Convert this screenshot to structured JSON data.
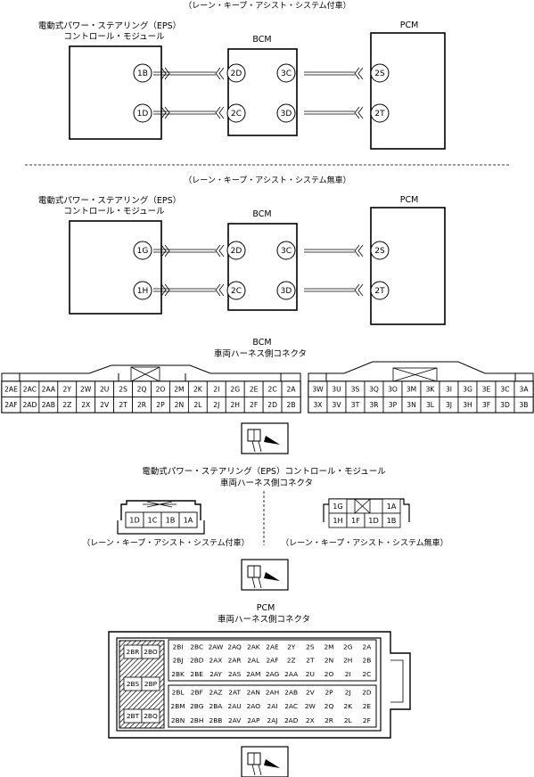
{
  "top_section": {
    "caption": "（レーン・キープ・アシスト・システム付車）",
    "eps_label_1": "電動式パワー・ステアリング（EPS）",
    "eps_label_2": "コントロール・モジュール",
    "bcm_label": "BCM",
    "pcm_label": "PCM",
    "eps_pins": [
      "1B",
      "1D"
    ],
    "bcm_left_pins": [
      "2D",
      "2C"
    ],
    "bcm_right_pins": [
      "3C",
      "3D"
    ],
    "pcm_pins": [
      "2S",
      "2T"
    ]
  },
  "bottom_section": {
    "caption": "（レーン・キープ・アシスト・システム無車）",
    "eps_label_1": "電動式パワー・ステアリング（EPS）",
    "eps_label_2": "コントロール・モジュール",
    "bcm_label": "BCM",
    "pcm_label": "PCM",
    "eps_pins": [
      "1G",
      "1H"
    ],
    "bcm_left_pins": [
      "2D",
      "2C"
    ],
    "bcm_right_pins": [
      "3C",
      "3D"
    ],
    "pcm_pins": [
      "2S",
      "2T"
    ]
  },
  "bcm_connector": {
    "title_1": "BCM",
    "title_2": "車両ハーネス側コネクタ",
    "left_rows": [
      [
        "2AE",
        "2AC",
        "2AA",
        "2Y",
        "2W",
        "2U",
        "2S",
        "2Q",
        "2O",
        "2M",
        "2K",
        "2I",
        "2G",
        "2E",
        "2C",
        "2A"
      ],
      [
        "2AF",
        "2AD",
        "2AB",
        "2Z",
        "2X",
        "2V",
        "2T",
        "2R",
        "2P",
        "2N",
        "2L",
        "2J",
        "2H",
        "2F",
        "2D",
        "2B"
      ]
    ],
    "right_rows": [
      [
        "3W",
        "3U",
        "3S",
        "3Q",
        "3O",
        "3M",
        "3K",
        "3I",
        "3G",
        "3E",
        "3C",
        "3A"
      ],
      [
        "3X",
        "3V",
        "3T",
        "3R",
        "3P",
        "3N",
        "3L",
        "3J",
        "3H",
        "3F",
        "3D",
        "3B"
      ]
    ]
  },
  "eps_connector": {
    "title_1": "電動式パワー・ステアリング（EPS）コントロール・モジュール",
    "title_2": "車両ハーネス側コネクタ",
    "left_pins": [
      "1D",
      "1C",
      "1B",
      "1A"
    ],
    "left_caption": "（レーン・キープ・アシスト・システム付車）",
    "right_top": [
      "1G",
      "1A"
    ],
    "right_bottom": [
      "1H",
      "1F",
      "1D",
      "1B"
    ],
    "right_caption": "（レーン・キープ・アシスト・システム無車）"
  },
  "pcm_connector": {
    "title_1": "PCM",
    "title_2": "車両ハーネス側コネクタ",
    "side_pins": [
      [
        "2BR",
        "2BO"
      ],
      [
        "2BS",
        "2BP"
      ],
      [
        "2BT",
        "2BQ"
      ]
    ],
    "block1": [
      [
        "2BI",
        "2BC",
        "2AW",
        "2AQ",
        "2AK",
        "2AE",
        "2Y",
        "2S",
        "2M",
        "2G",
        "2A"
      ],
      [
        "2BJ",
        "2BD",
        "2AX",
        "2AR",
        "2AL",
        "2AF",
        "2Z",
        "2T",
        "2N",
        "2H",
        "2B"
      ],
      [
        "2BK",
        "2BE",
        "2AY",
        "2AS",
        "2AM",
        "2AG",
        "2AA",
        "2U",
        "2O",
        "2I",
        "2C"
      ]
    ],
    "block2": [
      [
        "2BL",
        "2BF",
        "2AZ",
        "2AT",
        "2AN",
        "2AH",
        "2AB",
        "2V",
        "2P",
        "2J",
        "2D"
      ],
      [
        "2BM",
        "2BG",
        "2BA",
        "2AU",
        "2AO",
        "2AI",
        "2AC",
        "2W",
        "2Q",
        "2K",
        "2E"
      ],
      [
        "2BN",
        "2BH",
        "2BB",
        "2AV",
        "2AP",
        "2AJ",
        "2AD",
        "2X",
        "2R",
        "2L",
        "2F"
      ]
    ]
  }
}
